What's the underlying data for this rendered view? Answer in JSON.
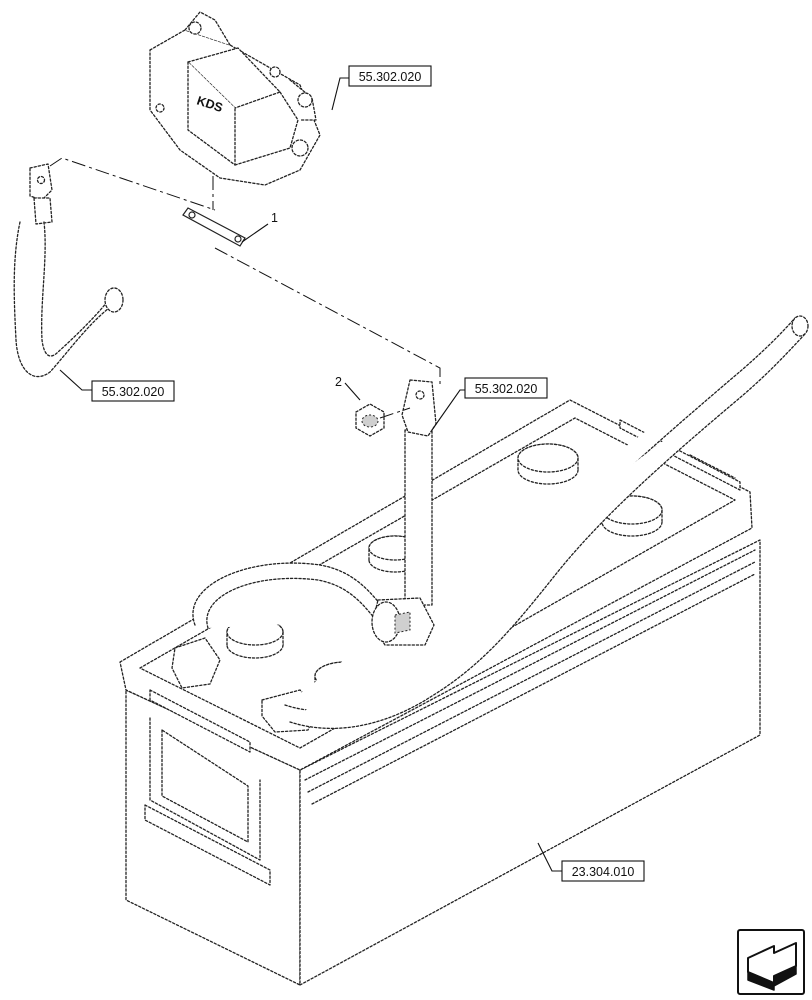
{
  "callouts": {
    "item_1": "1",
    "item_2": "2"
  },
  "references": {
    "cover_ref": "55.302.020",
    "left_cable_ref": "55.302.020",
    "center_cable_ref": "55.302.020",
    "battery_ref": "23.304.010"
  },
  "cover_marking": "KDS",
  "navigation": {
    "icon": "next-page-arrow-icon"
  }
}
